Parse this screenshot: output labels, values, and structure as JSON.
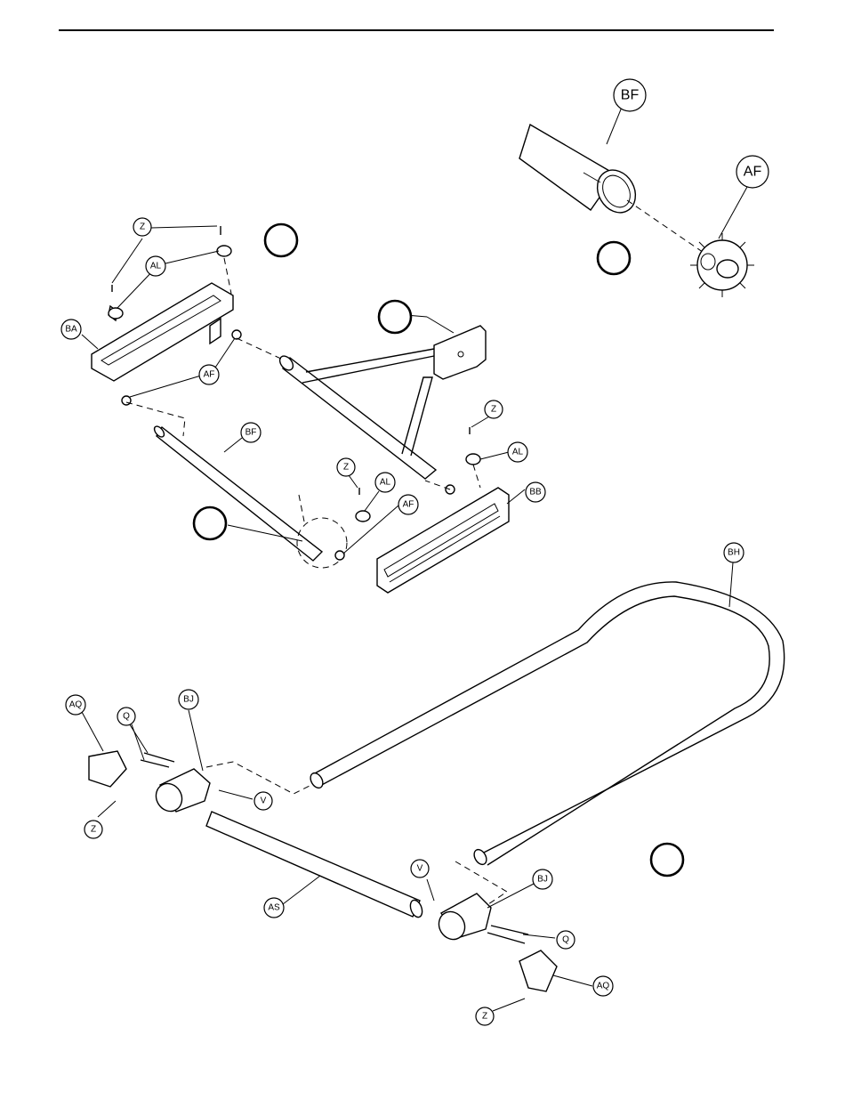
{
  "callouts": {
    "bf_detail": "BF",
    "af_detail": "AF",
    "z_top": "Z",
    "al_top": "AL",
    "ba": "BA",
    "af_left": "AF",
    "bf_mid": "BF",
    "z_right": "Z",
    "al_right": "AL",
    "z_mid": "Z",
    "al_mid": "AL",
    "af_mid": "AF",
    "bb": "BB",
    "bh": "BH",
    "aq_left": "AQ",
    "q_left": "Q",
    "bj_left": "BJ",
    "v_left": "V",
    "z_left": "Z",
    "as": "AS",
    "v_right": "V",
    "bj_right": "BJ",
    "q_right": "Q",
    "aq_right": "AQ",
    "z_bottom": "Z"
  },
  "step_markers": [
    "",
    "",
    "",
    "",
    ""
  ]
}
